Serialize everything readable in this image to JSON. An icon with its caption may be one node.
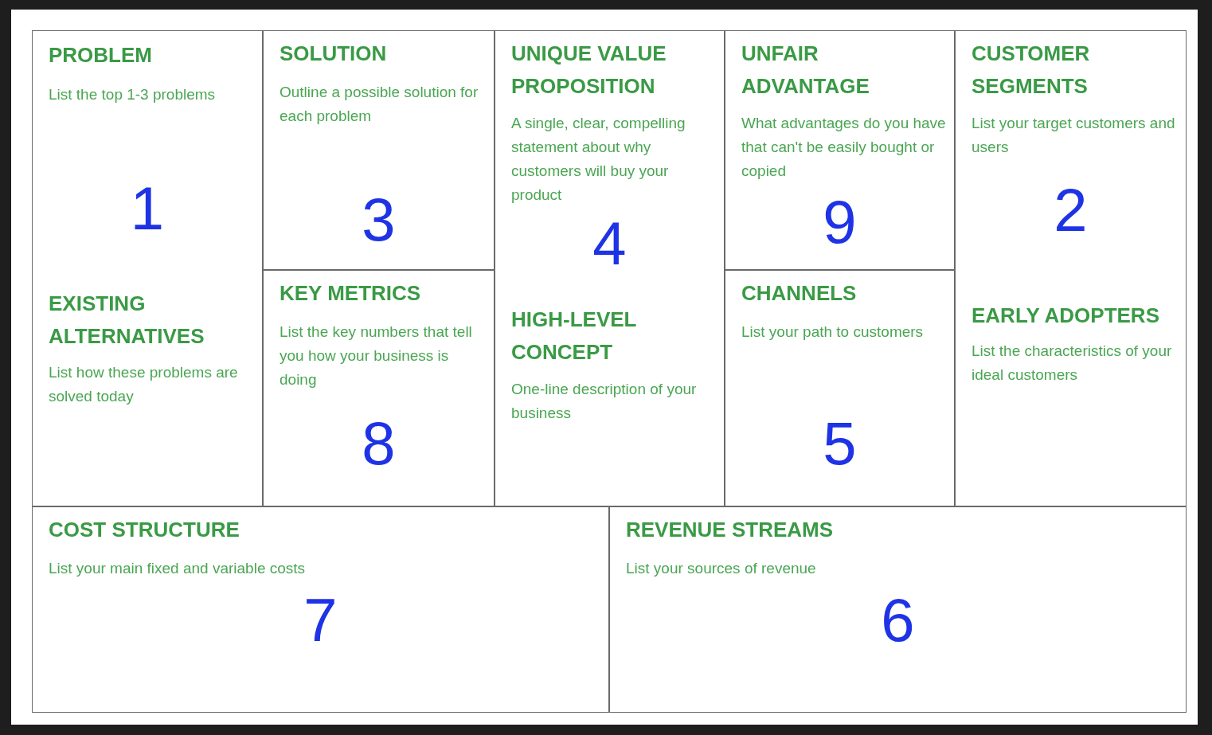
{
  "diagram": {
    "nodes": [
      {
        "text": [
          "PROBLEM",
          "List the top 1-3 problems",
          "1",
          "EXISTING ALTERNATIVES",
          "List how these problems are solved today"
        ]
      },
      {
        "text": [
          "SOLUTION",
          "Outline a possible solution for each problem",
          "3"
        ]
      },
      {
        "text": [
          "UNIQUE VALUE PROPOSITION",
          "A single, clear, compelling statement about why customers will buy your product",
          "4",
          "HIGH-LEVEL CONCEPT",
          "One-line description of your business"
        ]
      },
      {
        "text": [
          "UNFAIR ADVANTAGE",
          "What advantages do you have that can't be easily bought or copied",
          "9"
        ]
      },
      {
        "text": [
          "CUSTOMER SEGMENTS",
          "List your target customers and users",
          "2",
          "EARLY ADOPTERS",
          "List the characteristics of your ideal customers"
        ]
      },
      {
        "text": [
          "KEY METRICS",
          "List the key numbers that tell you how your business is doing",
          "8"
        ]
      },
      {
        "text": [
          "CHANNELS",
          "List your path to customers",
          "5"
        ]
      },
      {
        "text": [
          "COST STRUCTURE",
          "List your main fixed and variable costs",
          "7"
        ]
      },
      {
        "text": [
          "REVENUE STREAMS",
          "List your sources of revenue",
          "6"
        ]
      }
    ]
  }
}
